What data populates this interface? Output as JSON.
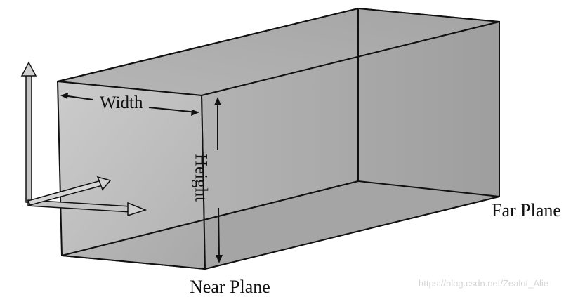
{
  "diagram": {
    "labels": {
      "width": "Width",
      "height": "Height",
      "near_plane": "Near Plane",
      "far_plane": "Far Plane"
    },
    "watermark": "https://blog.csdn.net/Zealot_Alie",
    "colors": {
      "box_fill": "#a9a9a9",
      "box_fill_light": "#b7b7b7",
      "box_fill_dark": "#9b9b9b",
      "outline": "#111111"
    },
    "icons": {
      "axis": "coordinate-axes-icon"
    }
  }
}
